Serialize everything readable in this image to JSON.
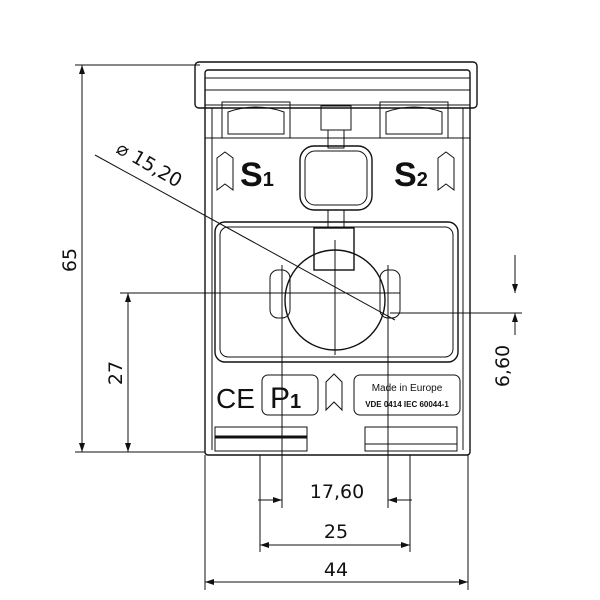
{
  "drawing": {
    "dimensions": {
      "height_total": "65",
      "height_center": "27",
      "diameter": "⌀ 15,20",
      "offset": "6,60",
      "hole_width": "17,60",
      "mount_width": "25",
      "width_total": "44"
    },
    "markings": {
      "s1": "S",
      "s1_sub": "1",
      "s2": "S",
      "s2_sub": "2",
      "p1": "P",
      "p1_sub": "1",
      "ce": "CE",
      "origin": "Made in Europe",
      "standard": "VDE 0414 IEC 60044-1"
    }
  }
}
